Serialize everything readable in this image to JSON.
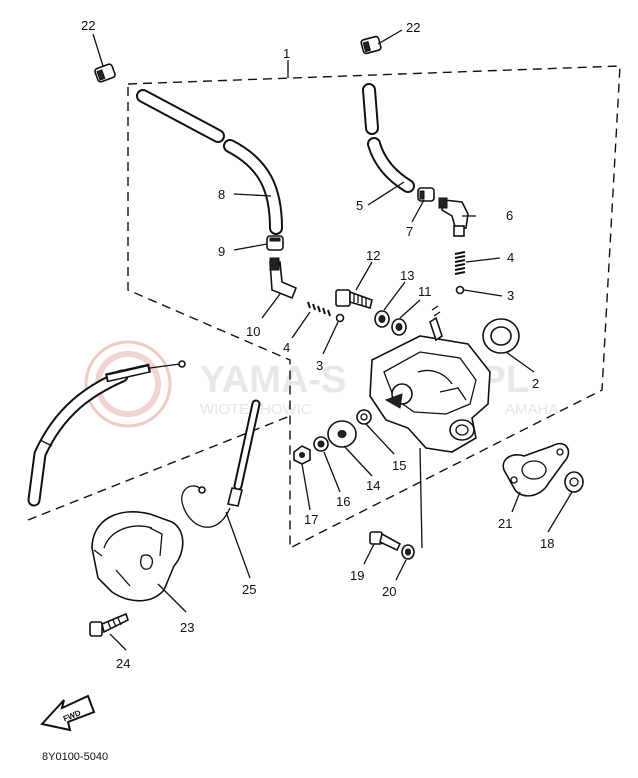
{
  "diagram_code": "8Y0100-5040",
  "fwd_label": "FWD",
  "watermark": {
    "main": "YAMA-S",
    "suffix": ".PL",
    "sub": "WIOTECHOWIC",
    "sub_suffix": "AMAHA"
  },
  "callouts": [
    {
      "id": "c1",
      "text": "1"
    },
    {
      "id": "c2",
      "text": "2"
    },
    {
      "id": "c3a",
      "text": "3"
    },
    {
      "id": "c3b",
      "text": "3"
    },
    {
      "id": "c4a",
      "text": "4"
    },
    {
      "id": "c4b",
      "text": "4"
    },
    {
      "id": "c5",
      "text": "5"
    },
    {
      "id": "c6",
      "text": "6"
    },
    {
      "id": "c7",
      "text": "7"
    },
    {
      "id": "c8",
      "text": "8"
    },
    {
      "id": "c9",
      "text": "9"
    },
    {
      "id": "c10",
      "text": "10"
    },
    {
      "id": "c11",
      "text": "11"
    },
    {
      "id": "c12",
      "text": "12"
    },
    {
      "id": "c13",
      "text": "13"
    },
    {
      "id": "c14",
      "text": "14"
    },
    {
      "id": "c15",
      "text": "15"
    },
    {
      "id": "c16",
      "text": "16"
    },
    {
      "id": "c17",
      "text": "17"
    },
    {
      "id": "c18",
      "text": "18"
    },
    {
      "id": "c19",
      "text": "19"
    },
    {
      "id": "c20",
      "text": "20"
    },
    {
      "id": "c21",
      "text": "21"
    },
    {
      "id": "c22a",
      "text": "22"
    },
    {
      "id": "c22b",
      "text": "22"
    },
    {
      "id": "c23",
      "text": "23"
    },
    {
      "id": "c24",
      "text": "24"
    },
    {
      "id": "c25",
      "text": "25"
    }
  ]
}
